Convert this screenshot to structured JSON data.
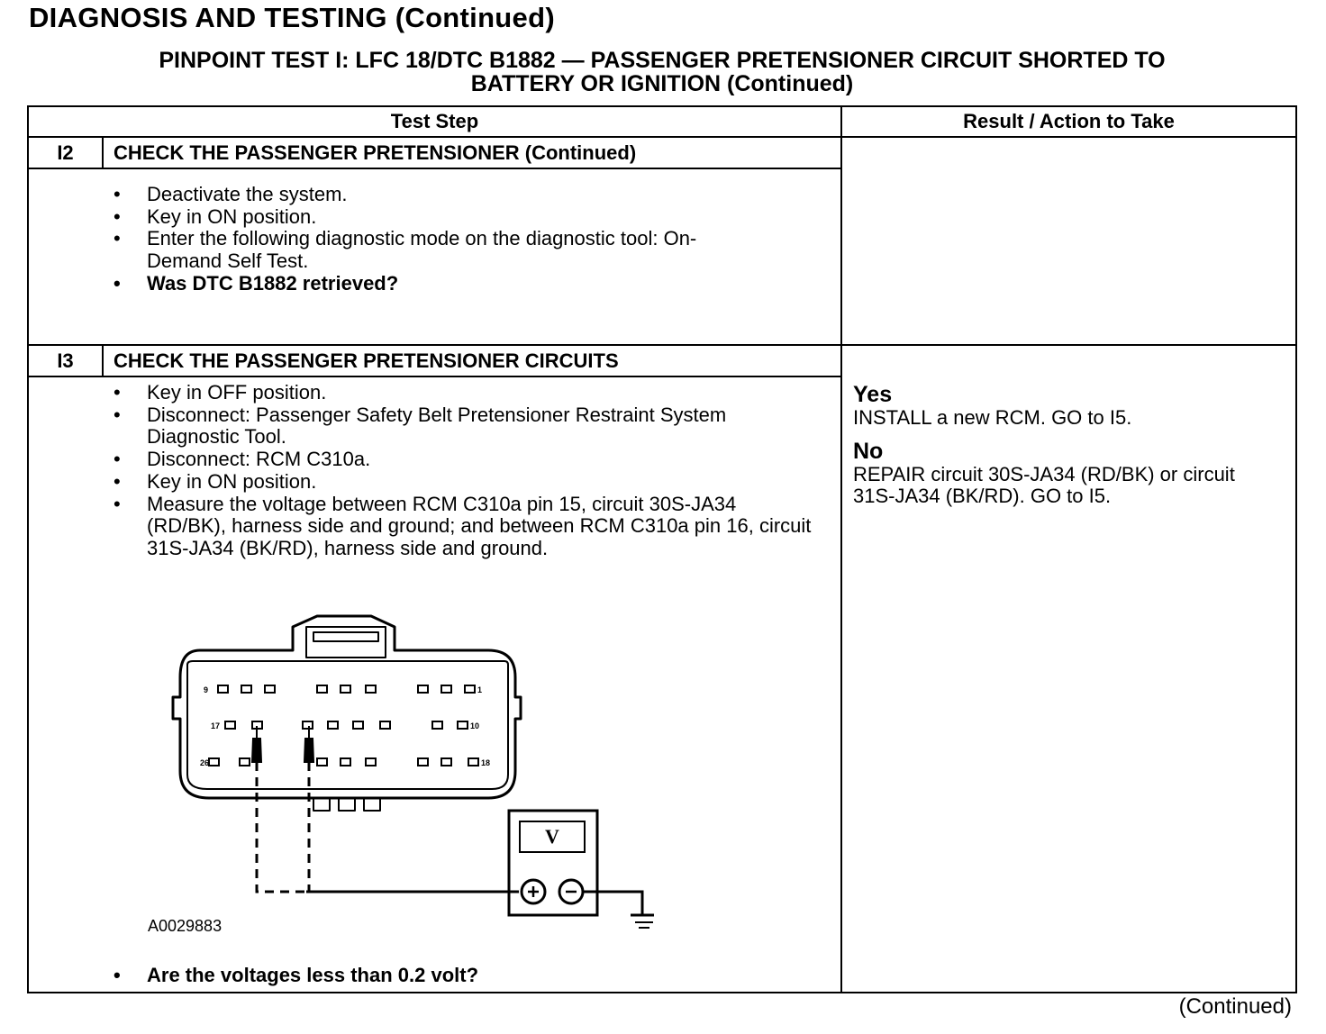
{
  "page": {
    "title": "DIAGNOSIS AND TESTING (Continued)",
    "test_title_line1": "PINPOINT TEST I: LFC 18/DTC B1882 — PASSENGER PRETENSIONER CIRCUIT SHORTED TO",
    "test_title_line2": "BATTERY OR IGNITION (Continued)",
    "footer": "(Continued)"
  },
  "table": {
    "col_test_step": "Test Step",
    "col_result": "Result / Action to Take",
    "rows": [
      {
        "num": "I2",
        "title": "CHECK THE PASSENGER PRETENSIONER (Continued)",
        "steps": [
          "Deactivate the system.",
          "Key in ON position.",
          "Enter the following diagnostic mode on the diagnostic tool: On-Demand Self Test.",
          "Was DTC B1882 retrieved?"
        ]
      },
      {
        "num": "I3",
        "title": "CHECK THE PASSENGER PRETENSIONER CIRCUITS",
        "steps": [
          "Key in OFF position.",
          "Disconnect: Passenger Safety Belt Pretensioner Restraint System Diagnostic Tool.",
          "Disconnect: RCM C310a.",
          "Key in ON position.",
          "Measure the voltage between RCM C310a pin 15, circuit 30S-JA34 (RD/BK), harness side and ground; and between RCM C310a pin 16, circuit 31S-JA34 (BK/RD), harness side and ground.",
          "Are the voltages less than 0.2 volt?"
        ],
        "figure_id": "A0029883",
        "yes_label": "Yes",
        "yes_action": "INSTALL a new RCM. GO to I5.",
        "no_label": "No",
        "no_action": "REPAIR circuit 30S-JA34 (RD/BK) or circuit 31S-JA34 (BK/RD). GO to I5."
      }
    ]
  },
  "diagram": {
    "meter_label": "V",
    "pin_9": "9",
    "pin_1": "1",
    "pin_17": "17",
    "pin_10": "10",
    "pin_26": "26",
    "pin_18": "18"
  }
}
